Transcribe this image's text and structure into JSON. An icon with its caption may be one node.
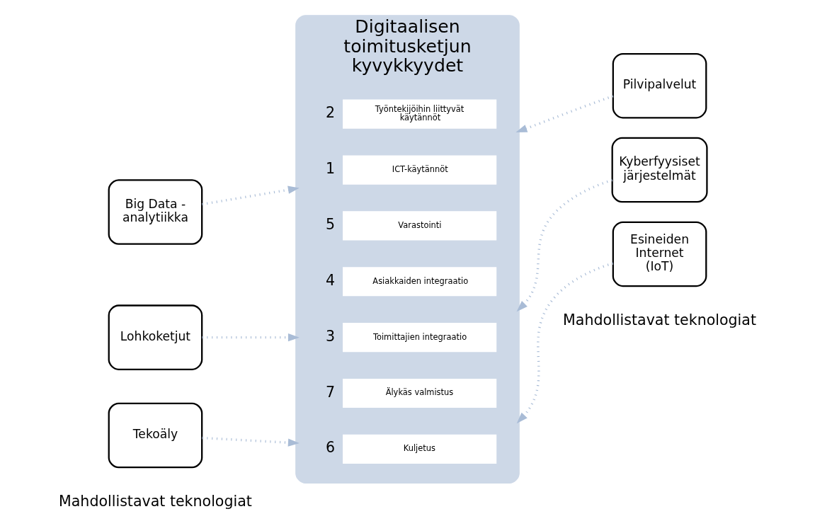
{
  "diagram": {
    "nodes": [
      {
        "text": [
          "Digitaalisen toimitusketjun kyvykkyydet"
        ]
      },
      {
        "text": [
          "ICT-käytännöt"
        ],
        "in": 0,
        "beside": [
          "1"
        ]
      },
      {
        "text": [
          "Työntekijöihin liittyvät käytännöt"
        ],
        "in": 0,
        "beside": [
          "2"
        ]
      },
      {
        "text": [
          "Toimittajien integraatio"
        ],
        "in": 0,
        "beside": [
          "3"
        ]
      },
      {
        "text": [
          "Asiakkaiden integraatio"
        ],
        "in": 0,
        "beside": [
          "4"
        ]
      },
      {
        "text": [
          "Varastointi"
        ],
        "in": 0,
        "beside": [
          "5"
        ]
      },
      {
        "text": [
          "Kuljetus"
        ],
        "in": 0,
        "beside": [
          "6"
        ]
      },
      {
        "text": [
          "Älykäs valmistus"
        ],
        "in": 0,
        "beside": [
          "7"
        ]
      },
      {
        "text": [
          "Big Data - analytiikka"
        ]
      },
      {
        "text": [
          "Lohkoketjut"
        ]
      },
      {
        "text": [
          "Tekoäly"
        ]
      },
      {
        "text": [
          "Pilvipalvelut"
        ]
      },
      {
        "text": [
          "Kyberfyysiset järjestelmät"
        ]
      },
      {
        "text": [
          "Esineiden Internet (IoT)"
        ]
      }
    ],
    "edges": [
      {
        "from": 8,
        "to": 0,
        "arrow": "to",
        "style": "dashed"
      },
      {
        "from": 9,
        "to": 0,
        "arrow": "to",
        "style": "dashed"
      },
      {
        "from": 10,
        "to": 0,
        "arrow": "to",
        "style": "dashed"
      },
      {
        "from": 11,
        "to": 0,
        "arrow": "to",
        "style": "dashed"
      },
      {
        "from": 12,
        "to": 0,
        "arrow": "to",
        "style": "dashed"
      },
      {
        "from": 13,
        "to": 0,
        "arrow": "to",
        "style": "dashed"
      }
    ],
    "labels": [
      "Mahdollistavat teknologiat",
      "Mahdollistavat teknologiat"
    ]
  }
}
